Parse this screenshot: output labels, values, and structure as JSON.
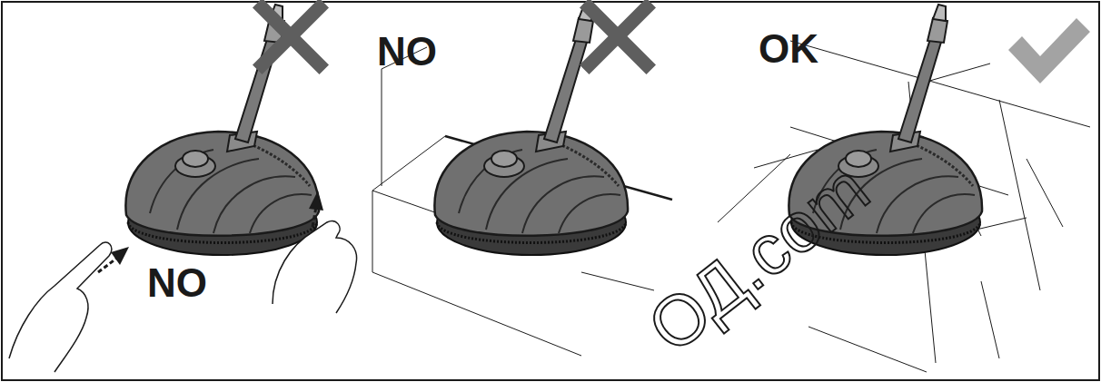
{
  "diagram": {
    "labels": [
      "NO",
      "OK",
      "NO",
      "ОД.com"
    ]
  }
}
